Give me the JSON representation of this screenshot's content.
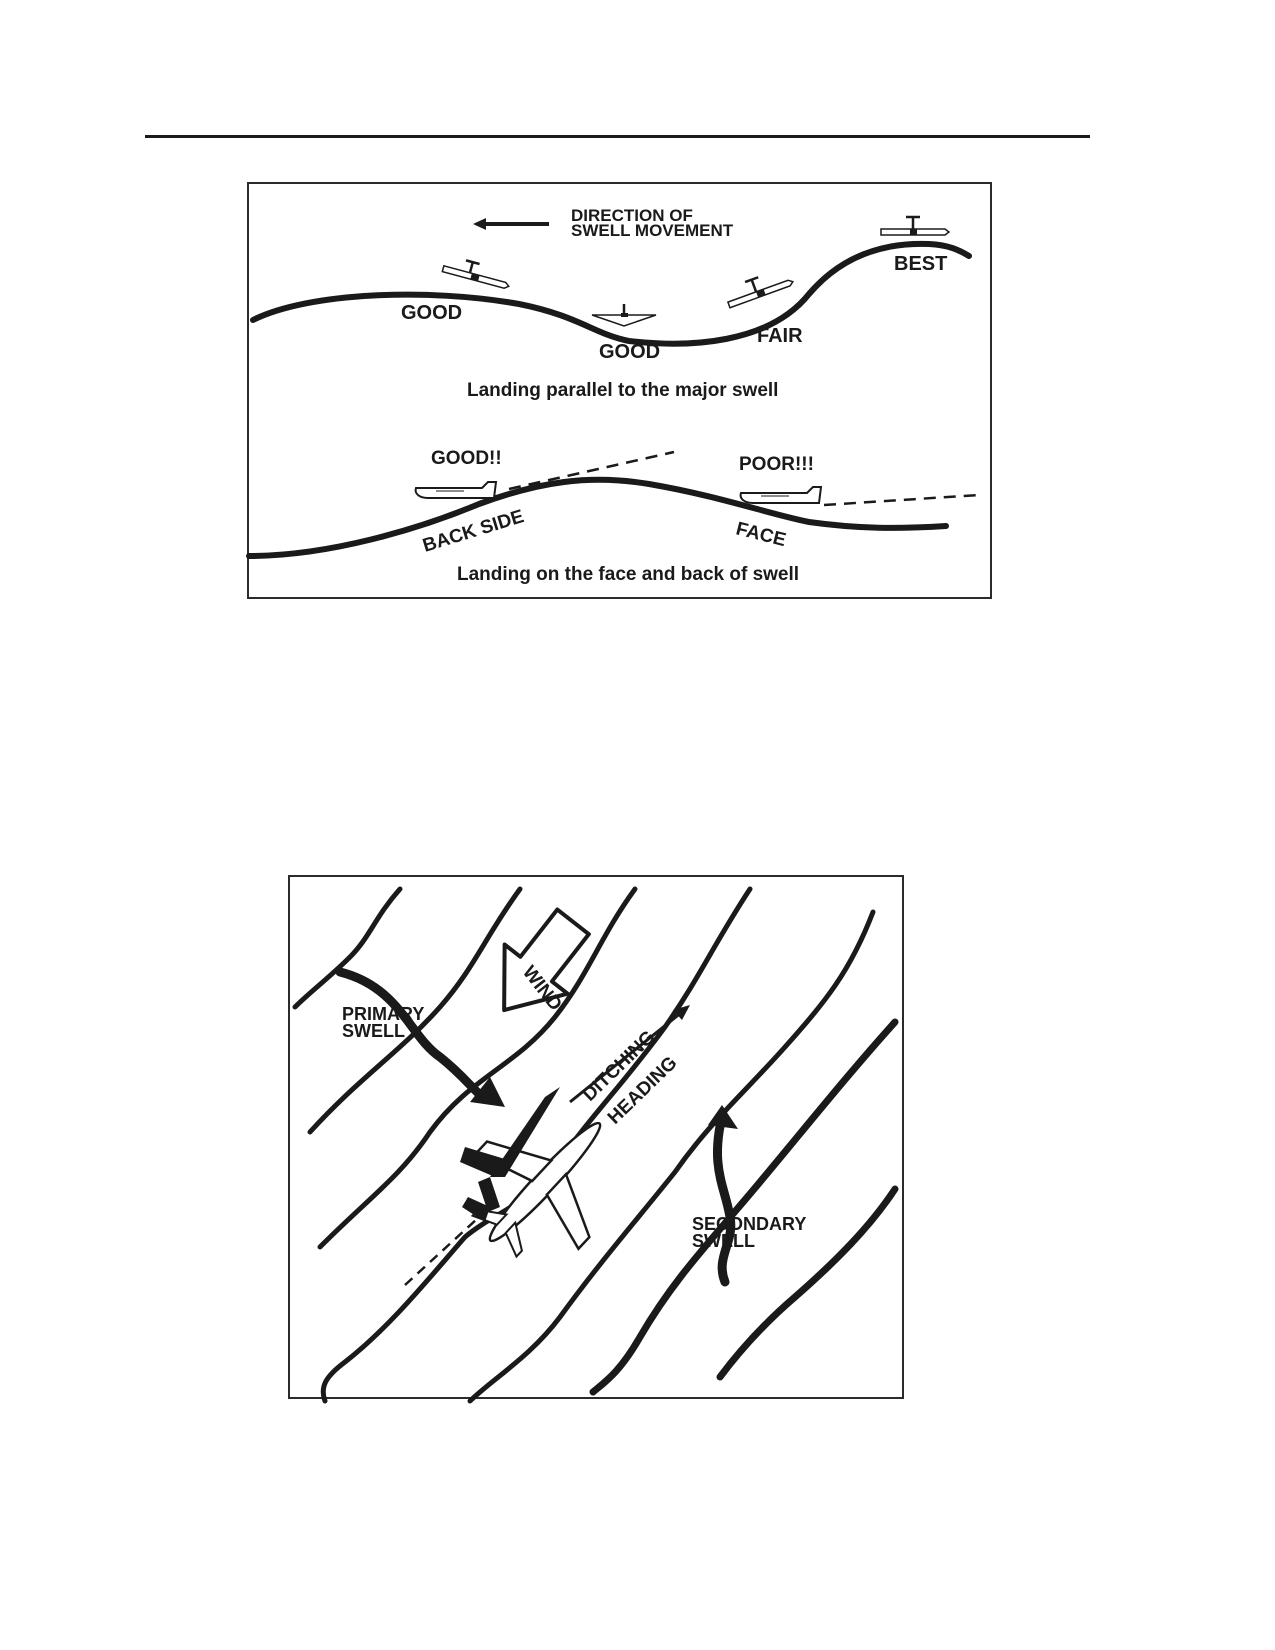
{
  "top_diagram": {
    "direction_line1": "DIRECTION OF",
    "direction_line2": "SWELL MOVEMENT",
    "positions": [
      "GOOD",
      "GOOD",
      "FAIR",
      "BEST"
    ],
    "caption1": "Landing parallel to the major swell",
    "good_exclaim": "GOOD!!",
    "poor_exclaim": "POOR!!!",
    "back_side": "BACK SIDE",
    "face": "FACE",
    "caption2": "Landing on the face and back of swell"
  },
  "bottom_diagram": {
    "wind": "WIND",
    "primary_line1": "PRIMARY",
    "primary_line2": "SWELL",
    "ditching": "DITCHING",
    "heading": "HEADING",
    "secondary_line1": "SECONDARY",
    "secondary_line2": "SWELL"
  },
  "colors": {
    "ink": "#1a1a1a",
    "paper": "#ffffff"
  },
  "icons": [
    "airplane-icon",
    "arrow-left-icon",
    "wind-arrow-icon"
  ]
}
